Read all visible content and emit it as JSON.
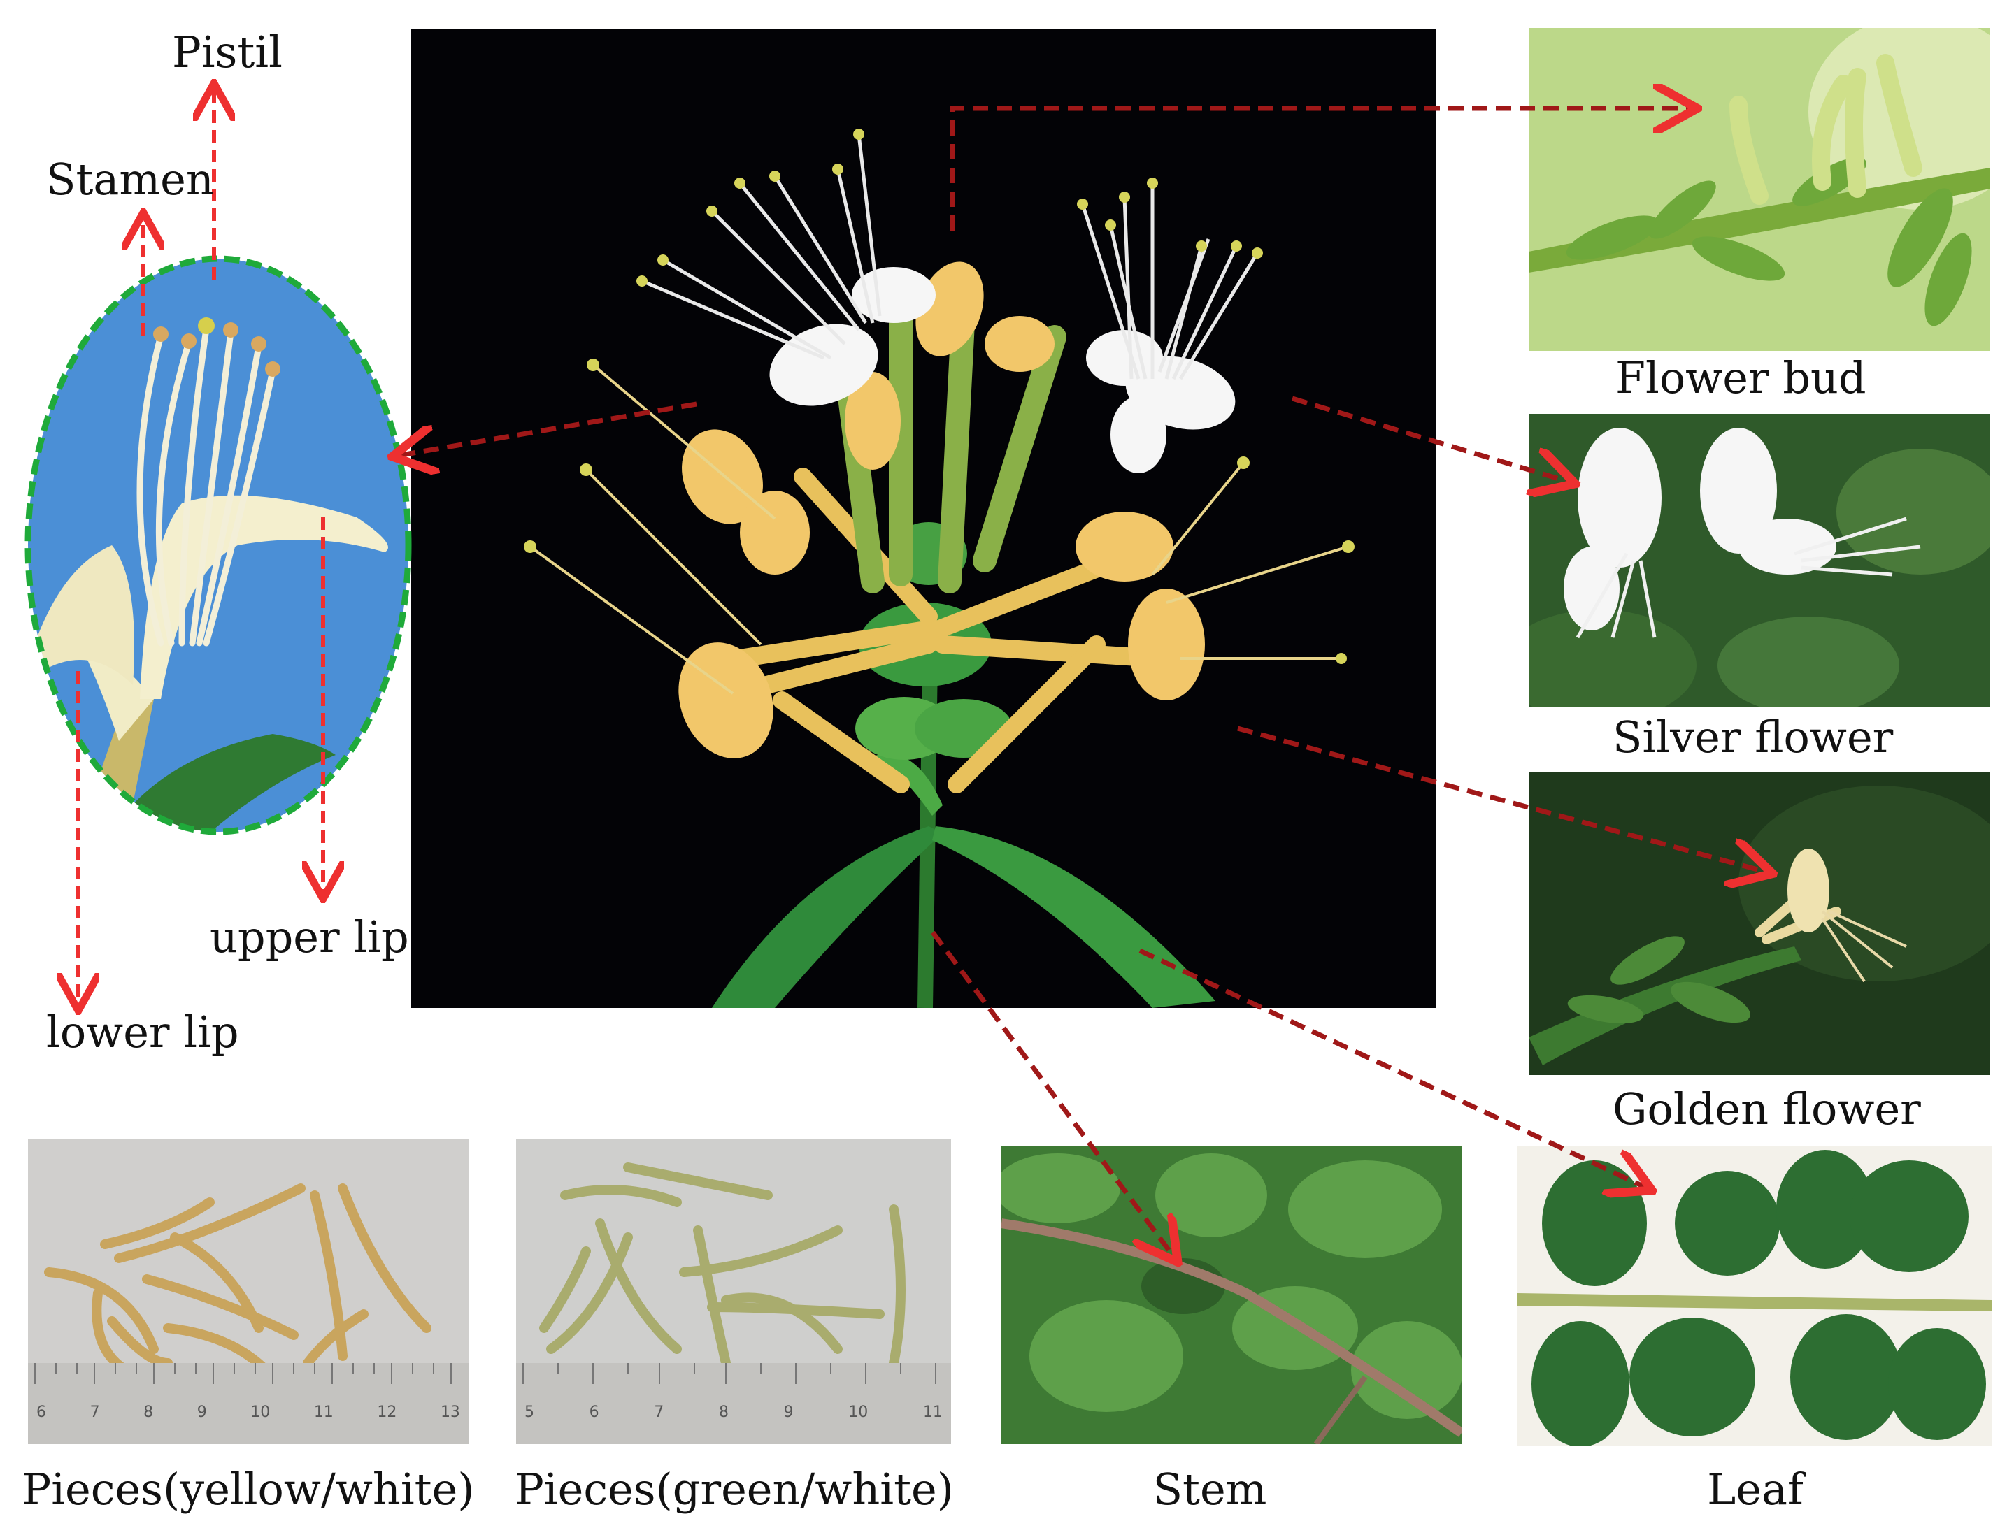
{
  "labels": {
    "pistil": "Pistil",
    "stamen": "Stamen",
    "upper_lip": "upper lip",
    "lower_lip": "lower lip",
    "flower_bud": "Flower bud",
    "silver_flower": "Silver flower",
    "golden_flower": "Golden flower",
    "pieces_yellow_white": "Pieces(yellow/white)",
    "pieces_green_white": "Pieces(green/white)",
    "stem": "Stem",
    "leaf": "Leaf"
  },
  "ruler_yellow": [
    "6",
    "7",
    "8",
    "9",
    "10",
    "11",
    "12",
    "13"
  ],
  "ruler_green": [
    "5",
    "6",
    "7",
    "8",
    "9",
    "10",
    "11"
  ],
  "colors": {
    "arrow_dark_red": "#a01818",
    "arrow_red": "#ee3030",
    "ellipse_border": "#1faa3a",
    "sky_blue": "#4b8fd6",
    "petal_yellow": "#f2c76a",
    "petal_white": "#f6f6f6",
    "leaf_green": "#2f8a3a"
  }
}
